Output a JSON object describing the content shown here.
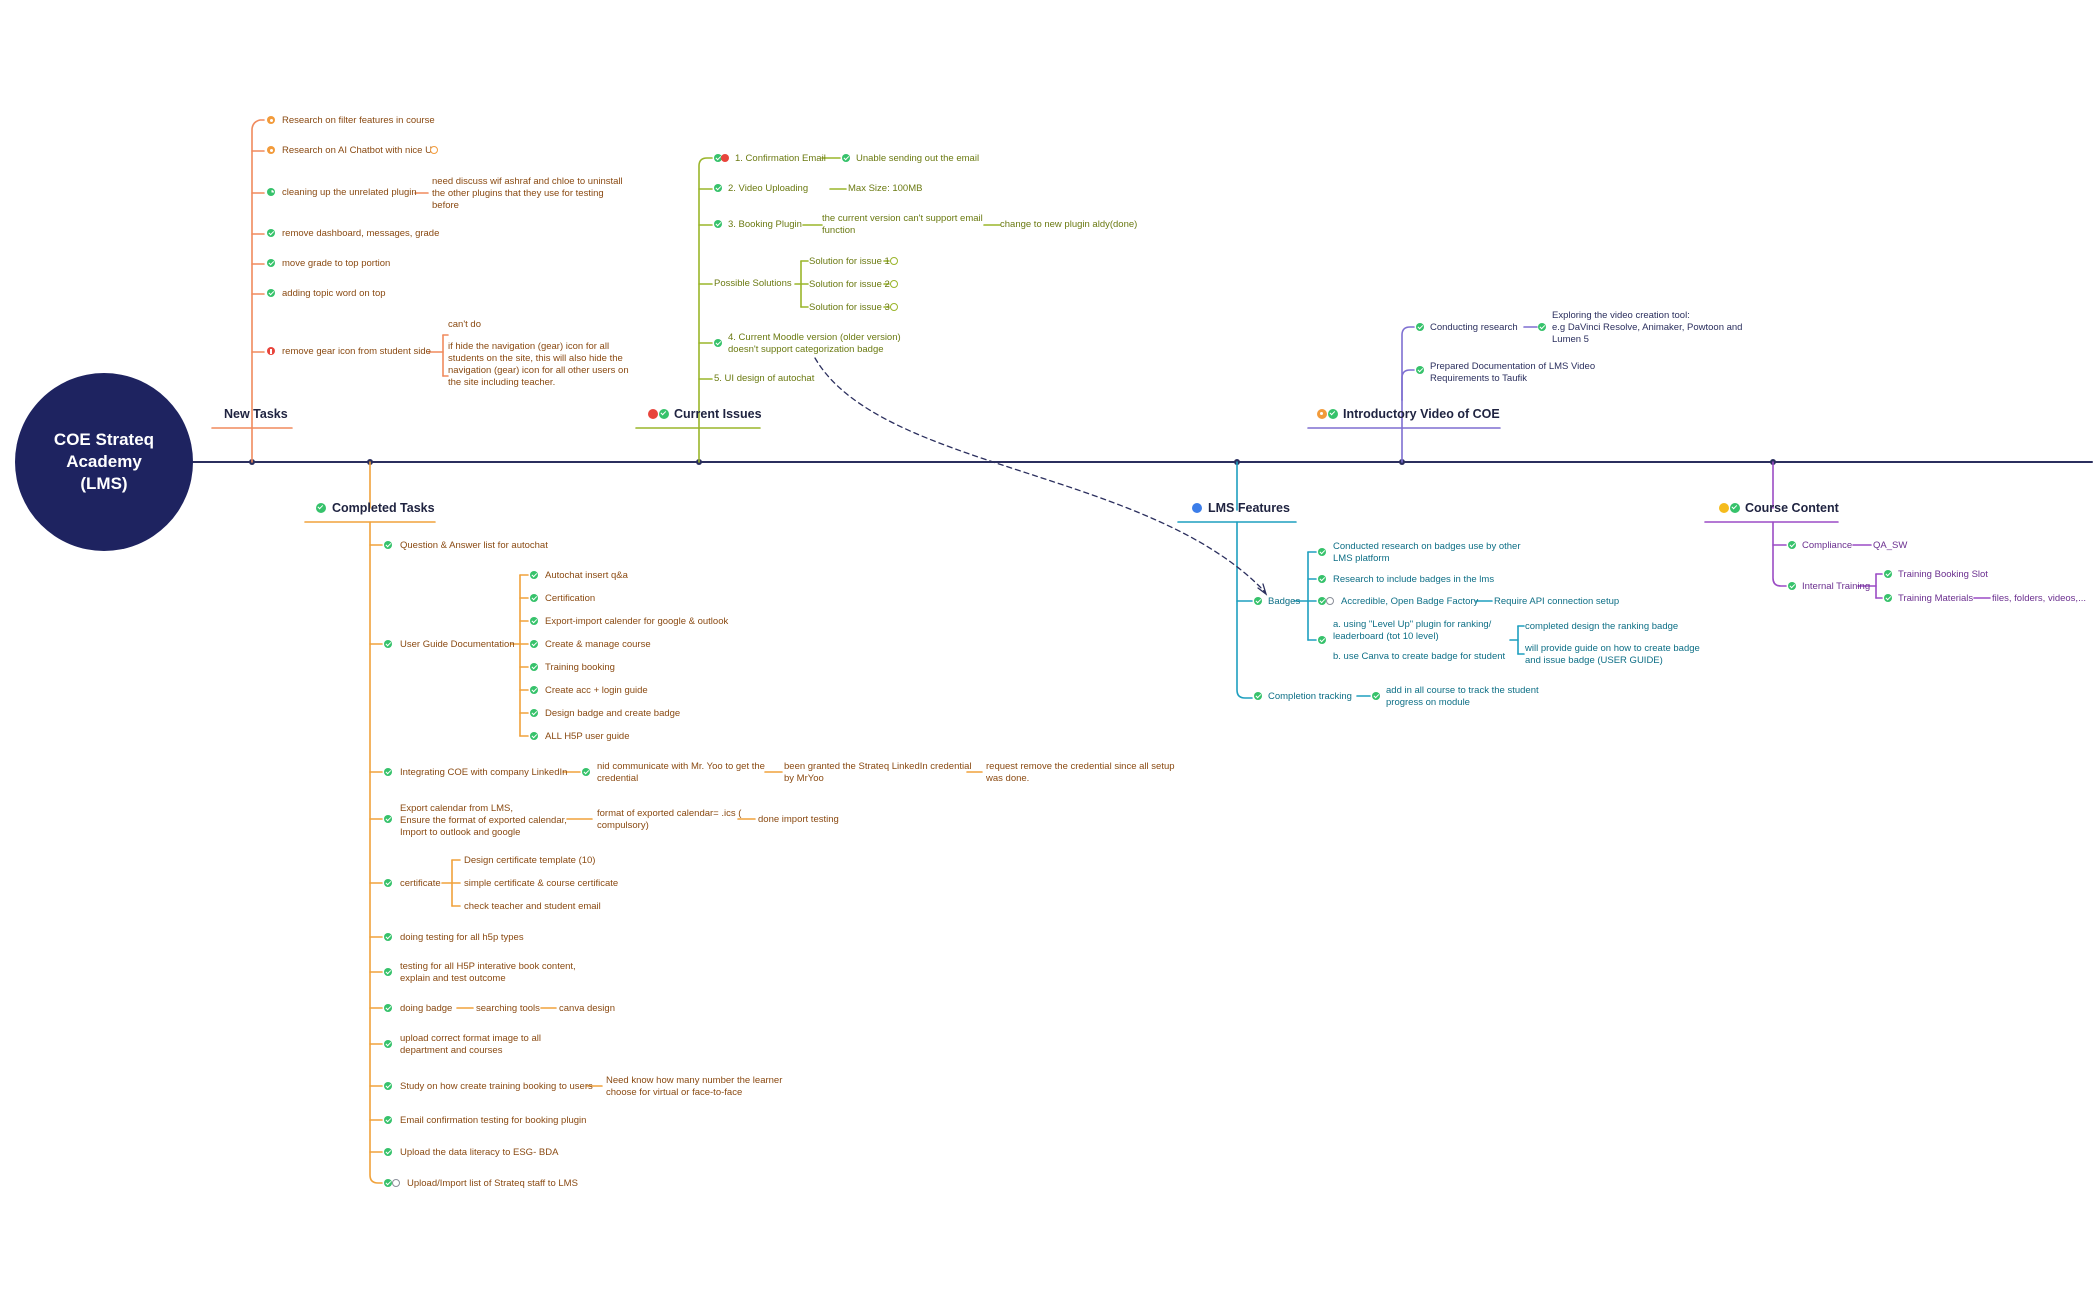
{
  "central": {
    "label": "COE Strateq\nAcademy\n(LMS)"
  },
  "colors": {
    "timeline": "#2b2f5e",
    "new_tasks": "#f08a5d",
    "completed": "#f0a23b",
    "current_issues": "#9ab52a",
    "lms_features": "#1e9fbf",
    "intro_video": "#7e6fd1",
    "course_content": "#9b4cc5",
    "text_brown": "#8a4a12",
    "text_olive": "#6b7a12",
    "text_teal": "#0e6f86",
    "text_navy": "#2b2f5e",
    "text_purple": "#6b2f8f"
  },
  "branches": {
    "new_tasks": {
      "title": "New Tasks",
      "items": [
        {
          "label": "Research on filter features in course",
          "icon": "priority"
        },
        {
          "label": "Research on AI Chatbot with nice UI",
          "icon": "priority"
        },
        {
          "label": "cleaning up the unrelated plugin",
          "icon": "progress",
          "note": "need discuss wif ashraf and chloe to uninstall\nthe other plugins that they use for testing\nbefore"
        },
        {
          "label": "remove dashboard, messages, grade",
          "icon": "done"
        },
        {
          "label": "move grade to top portion",
          "icon": "done"
        },
        {
          "label": "adding topic word on top",
          "icon": "done"
        },
        {
          "label": "remove gear icon from student side",
          "icon": "priority-1",
          "notes": [
            "can't do",
            "if hide the navigation (gear) icon for all\nstudents on the site, this will also hide the\nnavigation (gear) icon for all other users on\nthe site including teacher."
          ]
        }
      ]
    },
    "current_issues": {
      "title": "Current Issues",
      "items": [
        {
          "label": "1. Confirmation Email",
          "child": "Unable sending out the email"
        },
        {
          "label": "2. Video Uploading",
          "child": "Max Size: 100MB"
        },
        {
          "label": "3. Booking Plugin",
          "child": "the current version can't support email\nfunction",
          "grandchild": "change to new plugin aldy(done)"
        },
        {
          "label": "Possible Solutions",
          "children": [
            "Solution for issue 1",
            "Solution for issue 2",
            "Solution for issue 3"
          ]
        },
        {
          "label": "4. Current Moodle version (older version)\ndoesn't support categorization badge"
        },
        {
          "label": "5. UI design of autochat"
        }
      ]
    },
    "intro_video": {
      "title": "Introductory Video of COE",
      "items": [
        {
          "label": "Conducting research",
          "child": "Exploring the video creation tool:\ne.g DaVinci Resolve, Animaker, Powtoon and\nLumen 5"
        },
        {
          "label": "Prepared Documentation of LMS Video\nRequirements to Taufik"
        }
      ]
    },
    "completed": {
      "title": "Completed Tasks",
      "items": [
        "Question & Answer list for autochat",
        "User Guide Documentation",
        "Integrating COE with  company LinkedIn",
        "Export calendar from LMS,\nEnsure the format of exported calendar,\nImport to outlook and google",
        "certificate",
        "doing testing for all h5p types",
        "testing for all H5P interative book content,\nexplain and test outcome",
        "doing badge",
        "upload correct format image to all\ndepartment and courses",
        "Study on how create training booking to users",
        "Email confirmation testing for booking plugin",
        "Upload the data literacy to ESG-  BDA",
        "Upload/Import list of Strateq staff to LMS"
      ],
      "user_guide": [
        "Autochat insert q&a",
        "Certification",
        "Export-import calender for google & outlook",
        "Create & manage course",
        "Training booking",
        "Create acc + login guide",
        "Design badge and create badge",
        "ALL H5P user guide"
      ],
      "linkedin": [
        "nid communicate with Mr. Yoo to get the\ncredential",
        "been granted the Strateq LinkedIn credential\nby MrYoo",
        "request remove the credential since all setup\nwas done."
      ],
      "export": [
        "format of exported calendar= .ics (\ncompulsory)",
        "done import testing"
      ],
      "certificate": [
        "Design certificate template (10)",
        "simple certificate & course certificate",
        "check teacher and student email"
      ],
      "badge": [
        "searching tools",
        "canva design"
      ],
      "booking_note": "Need know how many number the learner\nchoose for virtual or face-to-face"
    },
    "lms_features": {
      "title": "LMS Features",
      "badges": {
        "label": "Badges",
        "items": [
          "Conducted research on badges use by other\nLMS platform",
          "Research to include badges in the lms",
          "Accredible, Open Badge Factory",
          "a. using \"Level Up\" plugin for ranking/\nleaderboard (tot 10 level)",
          "b. use Canva to create badge for student"
        ],
        "api": "Require API connection setup",
        "ranking": "completed design the ranking badge",
        "guide": "will provide guide on how to create badge\nand issue badge (USER GUIDE)"
      },
      "tracking": {
        "label": "Completion tracking",
        "note": "add in all course to track the student\nprogress on module"
      }
    },
    "course_content": {
      "title": "Course Content",
      "compliance": "Compliance",
      "qa": "QA_SW",
      "internal": "Internal Training",
      "slot": "Training Booking Slot",
      "materials": "Training Materials",
      "files": "files, folders, videos,..."
    }
  }
}
